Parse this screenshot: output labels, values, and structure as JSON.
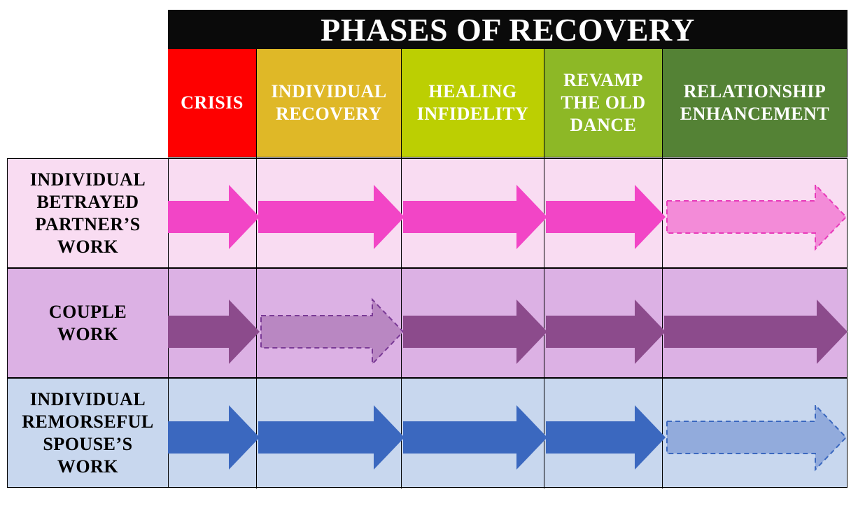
{
  "title": "PHASES OF RECOVERY",
  "phases": [
    {
      "label": "CRISIS",
      "color": "#fe0000"
    },
    {
      "label": "INDIVIDUAL\nRECOVERY",
      "color": "#dfb827"
    },
    {
      "label": "HEALING\nINFIDELITY",
      "color": "#bccf02"
    },
    {
      "label": "REVAMP\nTHE OLD\nDANCE",
      "color": "#8db826"
    },
    {
      "label": "RELATIONSHIP\nENHANCEMENT",
      "color": "#548235"
    }
  ],
  "rows": [
    {
      "label": "INDIVIDUAL\nBETRAYED\nPARTNER’S\nWORK",
      "bg": "#f9dcf2",
      "arrow_color": "#f245c6",
      "dashed_color": "#f38bd8",
      "dashed_border": "#e83aba",
      "solid_phases": [
        1,
        2,
        3,
        4
      ],
      "dashed_phases": [
        5
      ]
    },
    {
      "label": "COUPLE\nWORK",
      "bg": "#dcb1e4",
      "arrow_color": "#8c4b8c",
      "dashed_color": "#b987c2",
      "dashed_border": "#7a3a96",
      "solid_phases": [
        1,
        3,
        4,
        5
      ],
      "dashed_phases": [
        2
      ]
    },
    {
      "label": "INDIVIDUAL\nREMORSEFUL\nSPOUSE’S\nWORK",
      "bg": "#c8d7ee",
      "arrow_color": "#3b68bf",
      "dashed_color": "#92abdc",
      "dashed_border": "#3b68bf",
      "solid_phases": [
        1,
        2,
        3,
        4
      ],
      "dashed_phases": [
        5
      ]
    }
  ]
}
